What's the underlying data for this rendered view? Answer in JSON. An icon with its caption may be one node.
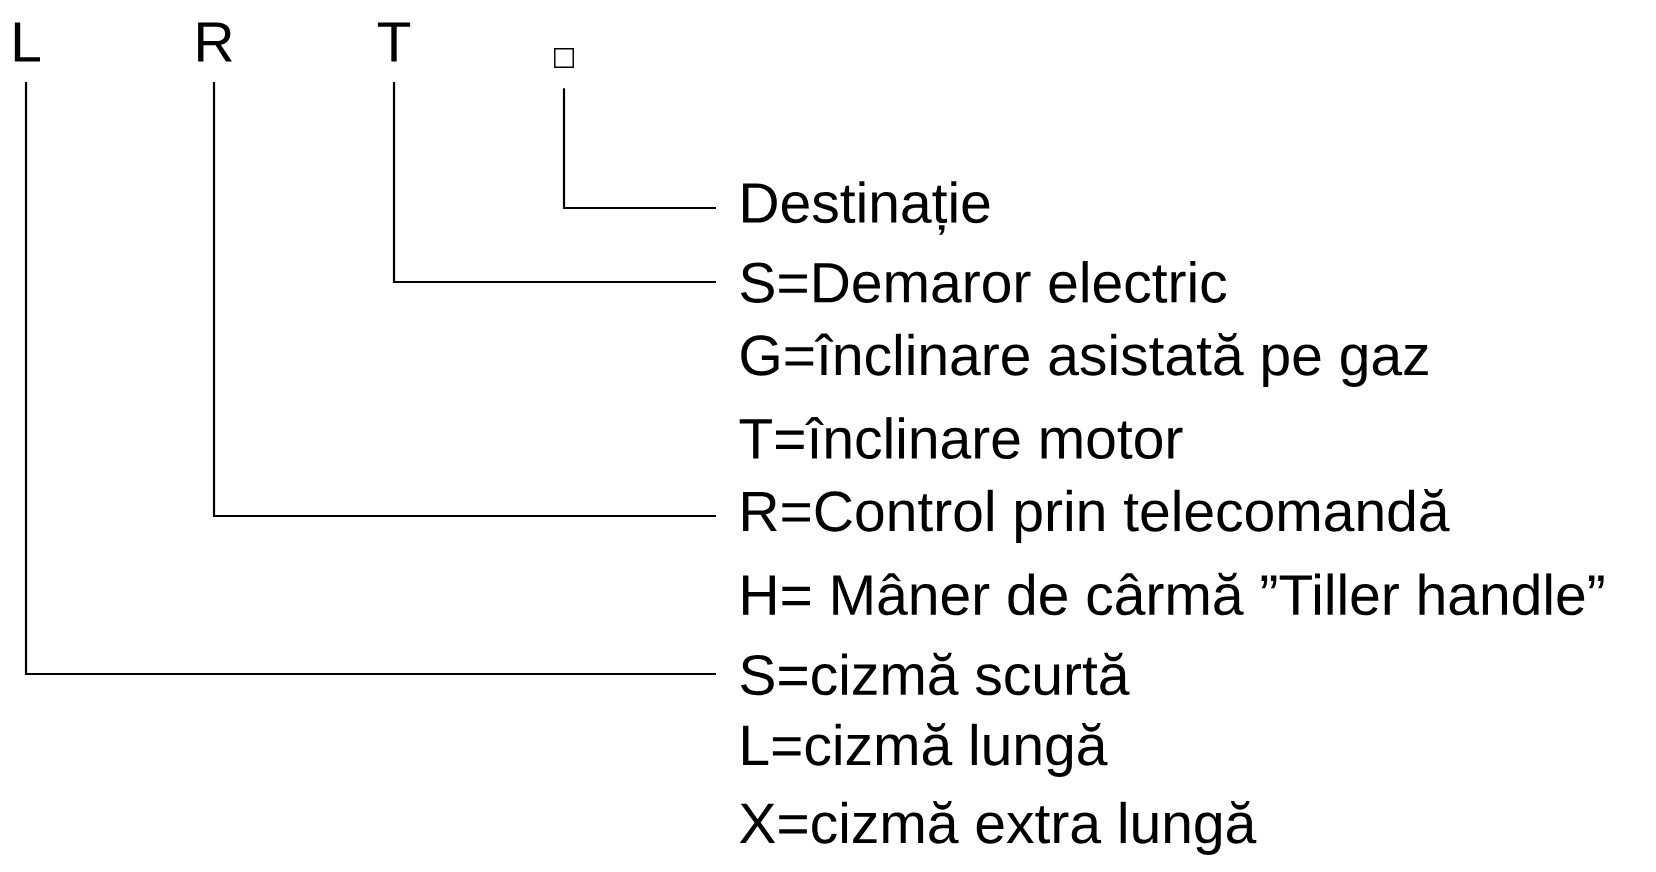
{
  "diagram": {
    "nodes": [
      {
        "text": [
          "L"
        ]
      },
      {
        "text": [
          "R"
        ]
      },
      {
        "text": [
          "T"
        ]
      },
      {
        "text": [
          "□"
        ]
      },
      {
        "text": [
          "Destinație"
        ]
      },
      {
        "text": [
          "S=Demaror electric"
        ]
      },
      {
        "text": [
          "R=Control prin telecomandă"
        ]
      },
      {
        "text": [
          "S=cizmă scurtă"
        ]
      }
    ],
    "edges": [
      {
        "from": 3,
        "to": 4,
        "arrow": "none"
      },
      {
        "from": 2,
        "to": 5,
        "arrow": "none"
      },
      {
        "from": 1,
        "to": 6,
        "arrow": "none"
      },
      {
        "from": 0,
        "to": 7,
        "arrow": "none"
      }
    ],
    "labels": [
      "G=înclinare asistată pe gaz",
      "T=înclinare motor",
      "H= Mâner de cârmă ”Tiller handle”",
      "L=cizmă lungă",
      "X=cizmă extra lungă"
    ]
  }
}
